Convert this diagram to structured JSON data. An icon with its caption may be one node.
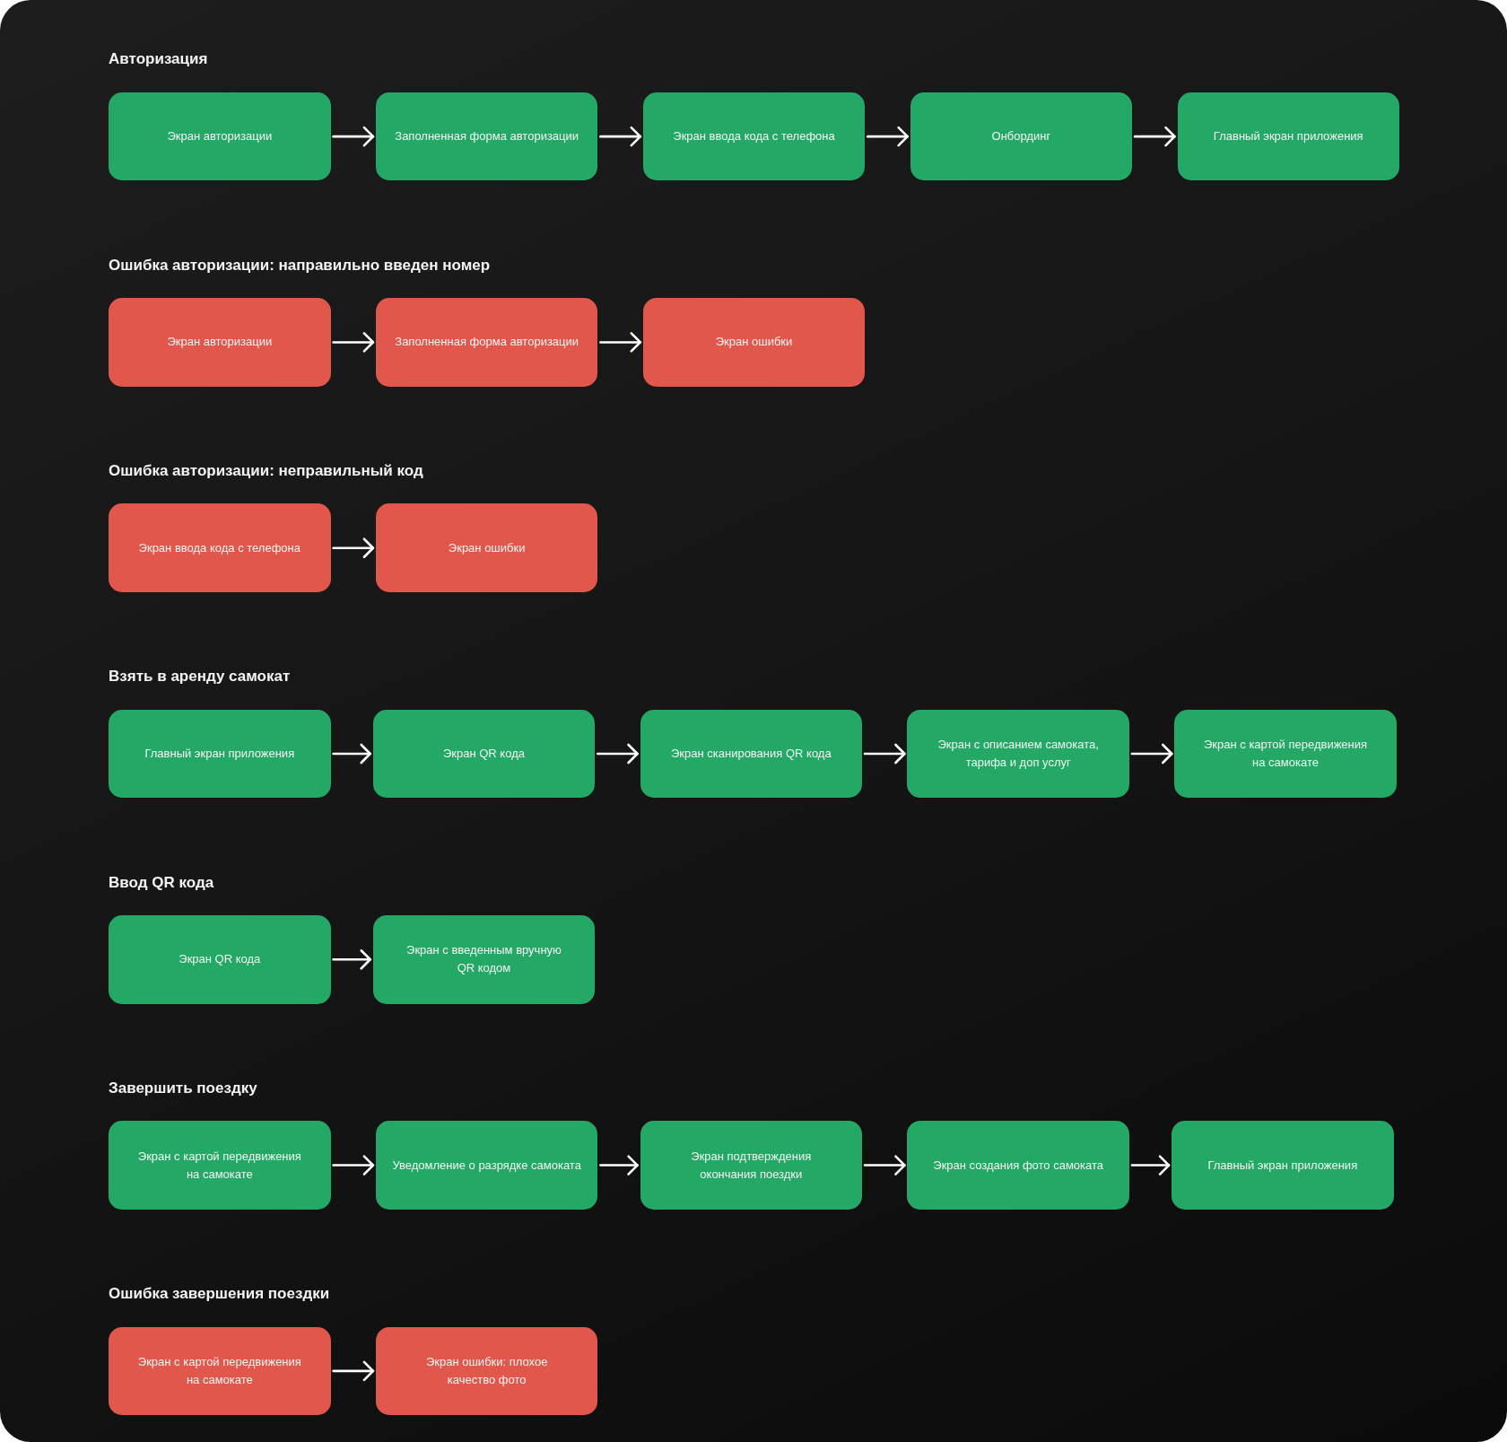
{
  "diagram": {
    "nodes": [
      {
        "text": [
          "Экран авторизации"
        ]
      },
      {
        "text": [
          "Заполненная форма авторизации"
        ]
      },
      {
        "text": [
          "Экран ввода кода с телефона"
        ]
      },
      {
        "text": [
          "Онбординг"
        ]
      },
      {
        "text": [
          "Главный экран приложения"
        ]
      },
      {
        "text": [
          "Экран авторизации"
        ]
      },
      {
        "text": [
          "Заполненная форма авторизации"
        ]
      },
      {
        "text": [
          "Экран ошибки"
        ]
      },
      {
        "text": [
          "Экран ввода кода с телефона"
        ]
      },
      {
        "text": [
          "Экран ошибки"
        ]
      },
      {
        "text": [
          "Главный экран приложения"
        ]
      },
      {
        "text": [
          "Экран QR кода"
        ]
      },
      {
        "text": [
          "Экран сканирования QR кода"
        ]
      },
      {
        "text": [
          "Экран с описанием самоката, тарифа и доп услуг"
        ]
      },
      {
        "text": [
          "Экран с картой передвижения на самокате"
        ]
      },
      {
        "text": [
          "Экран QR кода"
        ]
      },
      {
        "text": [
          "Экран с введенным вручную QR кодом"
        ]
      },
      {
        "text": [
          "Экран с картой передвижения на самокате"
        ]
      },
      {
        "text": [
          "Уведомление о разрядке самоката"
        ]
      },
      {
        "text": [
          "Экран подтверждения окончания поездки"
        ]
      },
      {
        "text": [
          "Экран создания фото самоката"
        ]
      },
      {
        "text": [
          "Главный экран приложения"
        ]
      },
      {
        "text": [
          "Экран с картой передвижения на самокате"
        ]
      },
      {
        "text": [
          "Экран ошибки: плохое качество фото"
        ]
      }
    ],
    "edges": [
      {
        "from": 0,
        "to": 1,
        "arrow": "to"
      },
      {
        "from": 1,
        "to": 2,
        "arrow": "to"
      },
      {
        "from": 2,
        "to": 3,
        "arrow": "to"
      },
      {
        "from": 3,
        "to": 4,
        "arrow": "to"
      },
      {
        "from": 5,
        "to": 6,
        "arrow": "to"
      },
      {
        "from": 6,
        "to": 7,
        "arrow": "to"
      },
      {
        "from": 8,
        "to": 9,
        "arrow": "to"
      },
      {
        "from": 10,
        "to": 11,
        "arrow": "to"
      },
      {
        "from": 11,
        "to": 12,
        "arrow": "to"
      },
      {
        "from": 12,
        "to": 13,
        "arrow": "to"
      },
      {
        "from": 13,
        "to": 14,
        "arrow": "to"
      },
      {
        "from": 15,
        "to": 16,
        "arrow": "to"
      },
      {
        "from": 17,
        "to": 18,
        "arrow": "to"
      },
      {
        "from": 18,
        "to": 19,
        "arrow": "to"
      },
      {
        "from": 19,
        "to": 20,
        "arrow": "to"
      },
      {
        "from": 20,
        "to": 21,
        "arrow": "to"
      },
      {
        "from": 22,
        "to": 23,
        "arrow": "to"
      }
    ],
    "labels": [
      "Авторизация",
      "Ошибка авторизации: направильно введен номер",
      "Ошибка авторизации: неправильный код",
      "Взять в аренду самокат",
      "Ввод QR кода",
      "Завершить поездку",
      "Ошибка завершения поездки"
    ]
  }
}
